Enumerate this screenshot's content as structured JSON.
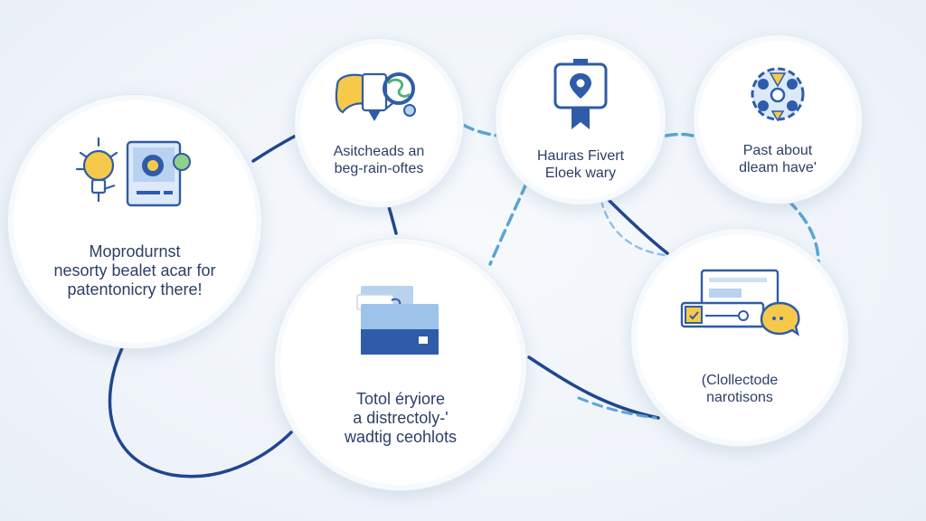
{
  "diagram": {
    "nodes": [
      {
        "id": "n1",
        "icon": "idea-bulb-tablet-icon",
        "lines": [
          "Moprodurnst",
          "nesorty bealet acar for",
          "patentonicry there!"
        ]
      },
      {
        "id": "n2",
        "icon": "tools-hand-icon",
        "lines": [
          "Asitcheads an",
          "beg-rain-oftes"
        ]
      },
      {
        "id": "n3",
        "icon": "location-badge-icon",
        "lines": [
          "Hauras Fivert",
          "Eloek wary"
        ]
      },
      {
        "id": "n4",
        "icon": "gear-network-icon",
        "lines": [
          "Past about",
          "dleam have'"
        ]
      },
      {
        "id": "n5",
        "icon": "cards-stack-icon",
        "lines": [
          "Totol éryiore",
          "a distrectoly-'",
          "wadtig ceohlots"
        ]
      },
      {
        "id": "n6",
        "icon": "browser-chat-icon",
        "lines": [
          "(Clollectode",
          "narotisons"
        ]
      }
    ],
    "colors": {
      "line_dark": "#20468f",
      "line_light": "#5aa5d6",
      "text": "#2c3f66",
      "accent_yellow": "#f6c94a",
      "accent_blue": "#2f5ca8"
    }
  }
}
